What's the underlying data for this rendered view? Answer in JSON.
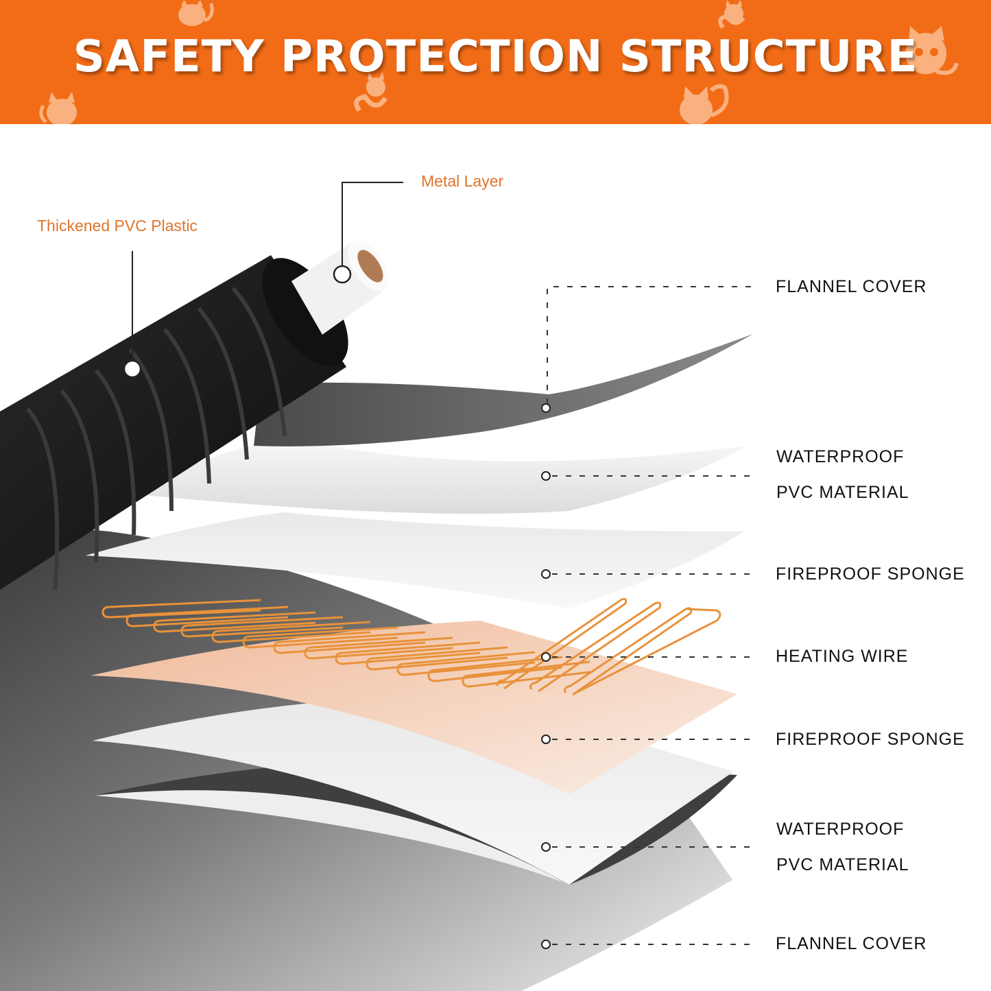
{
  "header": {
    "title": "SAFETY PROTECTION STRUCTURE",
    "background_color": "#f26c17",
    "decoration_icon": "cat-icon"
  },
  "callouts": {
    "metal_layer": "Metal Layer",
    "thickened_pvc": "Thickened PVC Plastic",
    "color": "#e0742b"
  },
  "layers": [
    {
      "line1": "FLANNEL COVER"
    },
    {
      "line1": "WATERPROOF",
      "line2": "PVC MATERIAL"
    },
    {
      "line1": "FIREPROOF SPONGE"
    },
    {
      "line1": "HEATING WIRE"
    },
    {
      "line1": "FIREPROOF SPONGE"
    },
    {
      "line1": "WATERPROOF",
      "line2": "PVC MATERIAL"
    },
    {
      "line1": "FLANNEL COVER"
    }
  ],
  "colors": {
    "flannel": "#6d6d6d",
    "pvc": "#ececec",
    "sponge": "#dcdcdc",
    "heating_wire": "#e8923a",
    "cable": "#1c1c1c"
  }
}
